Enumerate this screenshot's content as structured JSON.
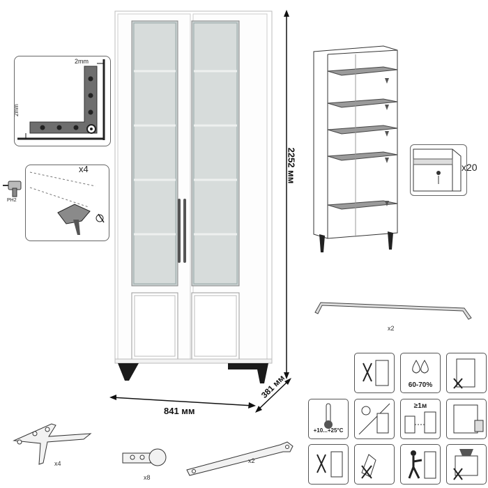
{
  "dimensions": {
    "height": "2252 мм",
    "width": "841 мм",
    "depth": "381 мм"
  },
  "detail_clearance": {
    "gap_top": "2mm",
    "gap_side": "2mm"
  },
  "detail_legs": {
    "quantity": "x4",
    "tool": "PH2"
  },
  "detail_shelves": {
    "quantity": "x20"
  },
  "parts": {
    "handle_qty": "x2",
    "leg_qty": "x4",
    "hinge_qty": "x8",
    "strap_qty": "x2"
  },
  "care_icons": [
    {
      "name": "no-wet-cleaning",
      "caption": ""
    },
    {
      "name": "humidity",
      "caption": "60-70%"
    },
    {
      "name": "no-door-hanging",
      "caption": ""
    },
    {
      "name": "temperature",
      "caption": "+10...+25°C"
    },
    {
      "name": "no-direct-sun",
      "caption": ""
    },
    {
      "name": "heater-distance",
      "caption": "≥1м"
    },
    {
      "name": "wall-fixing",
      "caption": ""
    },
    {
      "name": "no-sharp-objects",
      "caption": ""
    },
    {
      "name": "no-chemicals",
      "caption": ""
    },
    {
      "name": "no-pushing",
      "caption": ""
    },
    {
      "name": "no-heavy-load",
      "caption": ""
    }
  ],
  "colors": {
    "cabinet_white": "#ffffff",
    "glass": "#c9d0d0",
    "leg_black": "#1a1a1a",
    "shelf_grey": "#9a9a9a"
  }
}
